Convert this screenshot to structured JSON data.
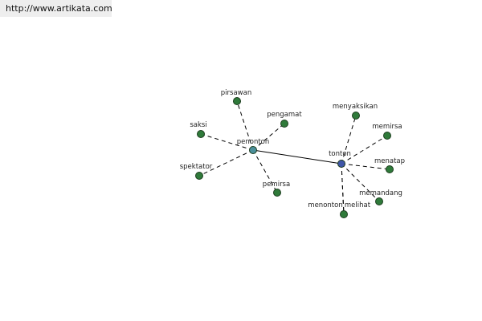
{
  "header": {
    "url": "http://www.artikata.com"
  },
  "colors": {
    "leaf_fill": "#2f7a3a",
    "leaf_stroke": "#1d3d1f",
    "hub_penonton_fill": "#4a8f9a",
    "hub_tonton_fill": "#3f56a8",
    "edge": "#000000"
  },
  "diagram": {
    "hubs": [
      {
        "id": "penonton",
        "label": "penonton"
      },
      {
        "id": "tonton",
        "label": "tonton"
      }
    ],
    "leaves": [
      {
        "id": "pirsawan",
        "label": "pirsawan",
        "hub": "penonton"
      },
      {
        "id": "pengamat",
        "label": "pengamat",
        "hub": "penonton"
      },
      {
        "id": "saksi",
        "label": "saksi",
        "hub": "penonton"
      },
      {
        "id": "spektator",
        "label": "spektator",
        "hub": "penonton"
      },
      {
        "id": "pemirsa",
        "label": "pemirsa",
        "hub": "penonton"
      },
      {
        "id": "menyaksikan",
        "label": "menyaksikan",
        "hub": "tonton"
      },
      {
        "id": "memirsa",
        "label": "memirsa",
        "hub": "tonton"
      },
      {
        "id": "menatap",
        "label": "menatap",
        "hub": "tonton"
      },
      {
        "id": "memandang",
        "label": "memandang",
        "hub": "tonton"
      },
      {
        "id": "melihat",
        "label": "melihat",
        "hub": "tonton"
      },
      {
        "id": "menonton",
        "label": "menonton",
        "hub": "tonton"
      }
    ]
  }
}
